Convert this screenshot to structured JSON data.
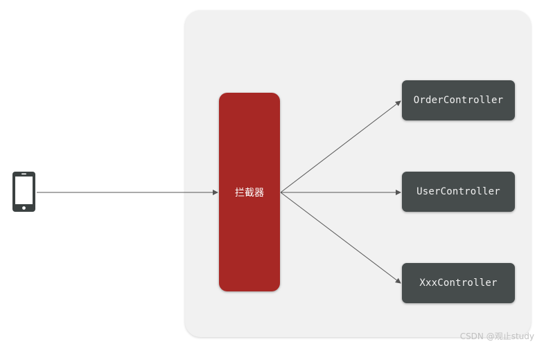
{
  "diagram": {
    "interceptor_label": "拦截器",
    "controllers": [
      "OrderController",
      "UserController",
      "XxxController"
    ],
    "client_icon": "mobile-phone-icon"
  },
  "watermark": "CSDN @观止study",
  "colors": {
    "server_background": "#f1f1f1",
    "interceptor": "#a72825",
    "controller": "#464c4c",
    "arrow": "#555555"
  }
}
